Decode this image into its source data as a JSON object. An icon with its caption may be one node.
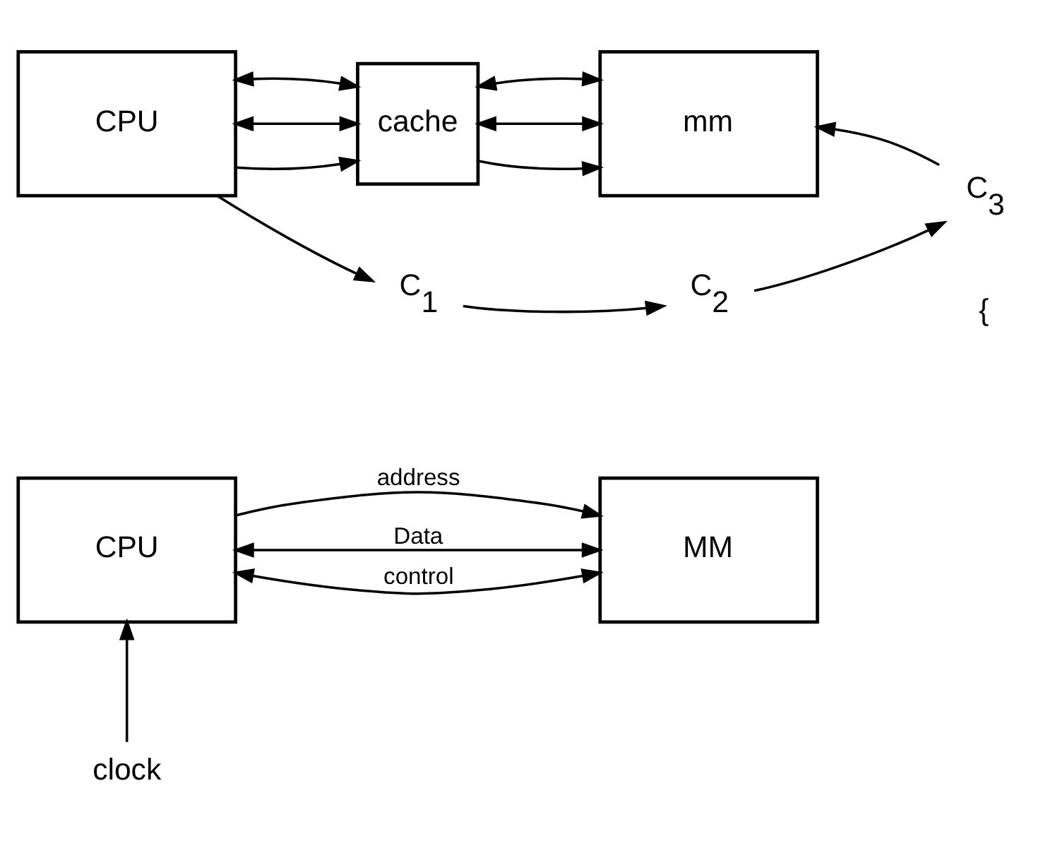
{
  "diagram": {
    "nodes": [
      {
        "text": [
          "CPU"
        ]
      },
      {
        "text": [
          "MM"
        ]
      },
      {
        "text": [
          "clock"
        ]
      },
      {
        "text": [
          "CPU"
        ]
      },
      {
        "text": [
          "cache"
        ]
      },
      {
        "text": [
          "mm"
        ]
      },
      {
        "text": [
          "C$_{1}$"
        ]
      },
      {
        "text": [
          "C$_{2}$"
        ]
      },
      {
        "text": [
          "C$_{3}$"
        ]
      }
    ],
    "edges": [
      {
        "from": 0,
        "to": 1,
        "arrow": "to",
        "label": "address"
      },
      {
        "from": 0,
        "to": 1,
        "arrow": "both",
        "label": "Data"
      },
      {
        "from": 0,
        "to": 1,
        "arrow": "both",
        "label": "control"
      },
      {
        "from": 2,
        "to": 0,
        "arrow": "to"
      },
      {
        "from": 3,
        "to": 4,
        "arrow": "to"
      },
      {
        "from": 3,
        "to": 4,
        "arrow": "both"
      },
      {
        "from": 3,
        "to": 4,
        "arrow": "both"
      },
      {
        "from": 4,
        "to": 5,
        "arrow": "to"
      },
      {
        "from": 4,
        "to": 5,
        "arrow": "both"
      },
      {
        "from": 4,
        "to": 5,
        "arrow": "both"
      },
      {
        "from": 3,
        "to": 6,
        "arrow": "to"
      },
      {
        "from": 6,
        "to": 7,
        "arrow": "to"
      },
      {
        "from": 7,
        "to": 8,
        "arrow": "to"
      },
      {
        "from": 8,
        "to": 5,
        "arrow": "to"
      }
    ],
    "labels": [
      "{"
    ]
  }
}
